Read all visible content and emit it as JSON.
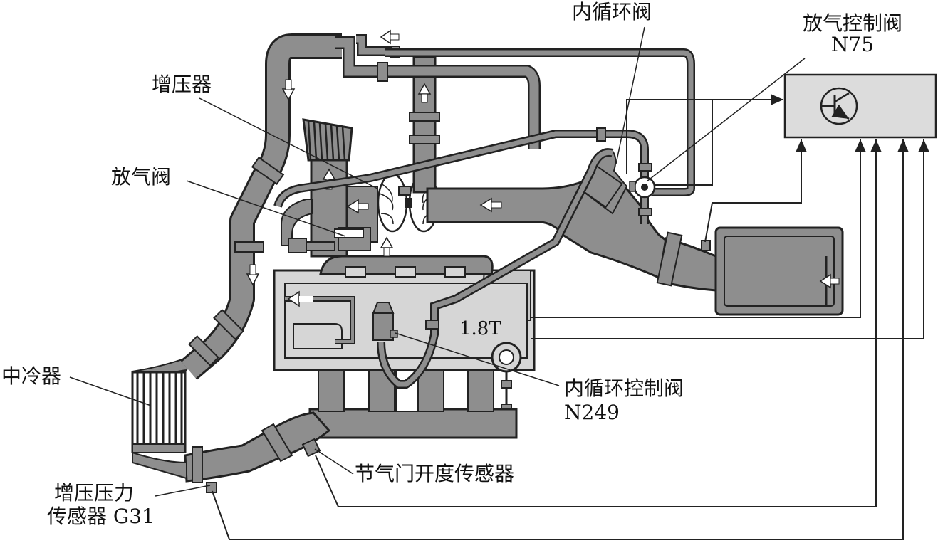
{
  "labels": {
    "inner_circ_valve": "内循环阀",
    "bleed_ctrl_valve": "放气控制阀",
    "bleed_ctrl_valve_code": "N75",
    "turbocharger": "增压器",
    "bleed_valve": "放气阀",
    "intercooler": "中冷器",
    "boost_sensor_line1": "增压压力",
    "boost_sensor_line2": "传感器 G31",
    "inner_circ_ctrl_valve": "内循环控制阀",
    "inner_circ_ctrl_valve_code": "N249",
    "throttle_sensor": "节气门开度传感器",
    "engine_model": "1.8T"
  },
  "colors": {
    "pipe_fill": "#8e8e8e",
    "pipe_stroke": "#222222",
    "engine_fill": "#d6d6d6",
    "ecu_fill": "#dcdcdc",
    "wire": "#222222",
    "arrow_fill": "#ffffff"
  },
  "icons": [
    "flow-arrow-icon",
    "transistor-icon"
  ]
}
